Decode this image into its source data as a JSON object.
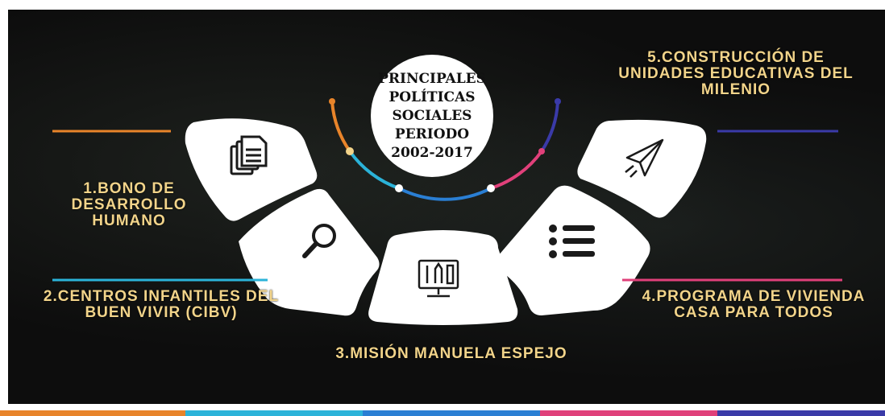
{
  "title_lines": [
    "PRINCIPALES",
    "POLÍTICAS",
    "SOCIALES",
    "PERIODO",
    "2002-2017"
  ],
  "items": [
    {
      "number": "1",
      "lines": [
        "1.BONO DE",
        "DESARROLLO",
        "HUMANO"
      ],
      "icon": "documents-icon",
      "color": "#e8842a"
    },
    {
      "number": "2",
      "lines": [
        "2.CENTROS INFANTILES DEL",
        "BUEN VIVIR (CIBV)"
      ],
      "icon": "magnifier-icon",
      "color": "#2bb3d9"
    },
    {
      "number": "3",
      "lines": [
        "3.MISIÓN MANUELA ESPEJO"
      ],
      "icon": "design-monitor-icon",
      "color": "#2a7fd4"
    },
    {
      "number": "4",
      "lines": [
        "4.PROGRAMA DE VIVIENDA",
        "CASA PARA TODOS"
      ],
      "icon": "checklist-icon",
      "color": "#e0407a"
    },
    {
      "number": "5",
      "lines": [
        "5.CONSTRUCCIÓN DE",
        "UNIDADES EDUCATIVAS DEL",
        "MILENIO"
      ],
      "icon": "paper-plane-icon",
      "color": "#3a3aa8"
    }
  ],
  "colors": {
    "background": "#0d0d0d",
    "label_text": "#f2d48a",
    "tile": "#ffffff",
    "icon": "#1a1a1a"
  }
}
